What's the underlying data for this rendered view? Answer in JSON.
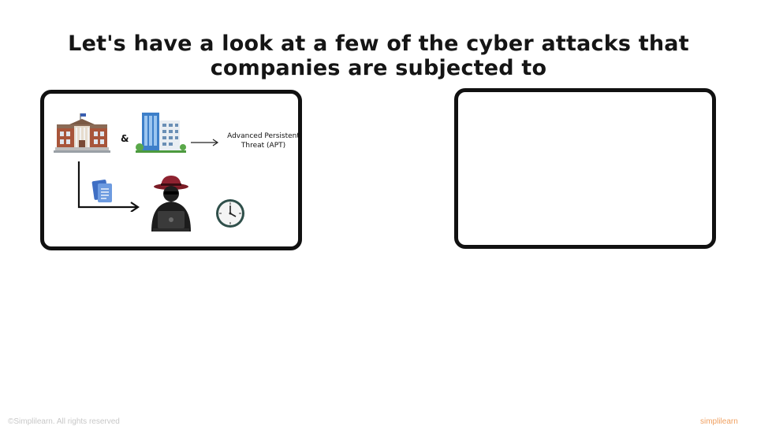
{
  "slide": {
    "title": "Let's have a look at a few of the cyber attacks that companies are subjected to"
  },
  "left_panel": {
    "ampersand": "&",
    "apt_label_line1": "Advanced Persistent",
    "apt_label_line2": "Threat (APT)",
    "icons": [
      "government-building-icon",
      "office-building-icon",
      "arrow-right-icon",
      "documents-icon",
      "hacker-icon",
      "clock-icon"
    ]
  },
  "footer": {
    "copyright": "©Simplilearn. All rights reserved",
    "brand": "simplilearn"
  },
  "colors": {
    "panel_border": "#111111",
    "building_blue": "#3d7fc9",
    "document_blue": "#5b8fd8",
    "hacker_hat": "#8a1f2b",
    "clock_rim": "#2f4f4a"
  }
}
